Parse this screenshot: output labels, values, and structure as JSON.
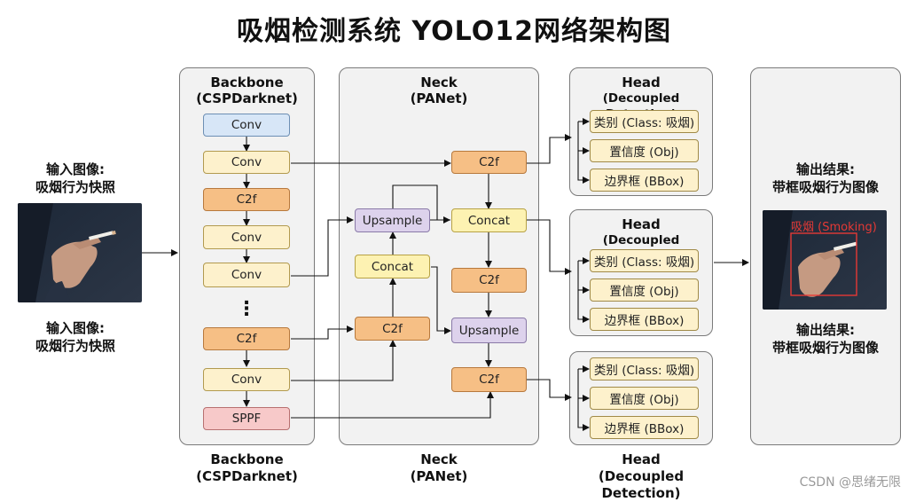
{
  "title": "吸烟检测系统 YOLO12网络架构图",
  "backbone": {
    "title_line1": "Backbone",
    "title_line2": "(CSPDarknet)",
    "blocks": [
      "Conv",
      "Conv",
      "C2f",
      "Conv",
      "Conv",
      "C2f",
      "Conv",
      "SPPF"
    ],
    "ellipsis": "⋮"
  },
  "neck": {
    "title_line1": "Neck",
    "title_line2": "(PANet)",
    "upsample_left": "Upsample",
    "concat_left": "Concat",
    "c2f_left": "C2f",
    "c2f_top": "C2f",
    "concat_right": "Concat",
    "c2f_mid": "C2f",
    "upsample_right": "Upsample",
    "c2f_bottom": "C2f"
  },
  "head": {
    "title_line1": "Head",
    "title_line2": "(Decoupled Detection)",
    "items": [
      "类别 (Class: 吸烟)",
      "置信度 (Obj)",
      "边界框 (BBox)"
    ]
  },
  "input": {
    "label_line1": "输入图像:",
    "label_line2": "吸烟行为快照"
  },
  "output": {
    "label_line1": "输出结果:",
    "label_line2": "带框吸烟行为图像",
    "detection_label": "吸烟 (Smoking)"
  },
  "bottom_labels": {
    "backbone_line1": "Backbone",
    "backbone_line2": "(CSPDarknet)",
    "neck_line1": "Neck",
    "neck_line2": "(PANet)",
    "head_line1": "Head",
    "head_line2": "(Decoupled Detection)"
  },
  "watermark": "CSDN @思绪无限",
  "colors": {
    "panel": "#f2f2f2",
    "conv_blue": "#d7e6f7",
    "conv_cream": "#fdf1cc",
    "c2f_orange": "#f6bf85",
    "sppf_pink": "#f7c9c9",
    "upsample_purple": "#ddd2ec",
    "concat_yellow": "#fdf2b2",
    "detection_red": "#e53935"
  }
}
